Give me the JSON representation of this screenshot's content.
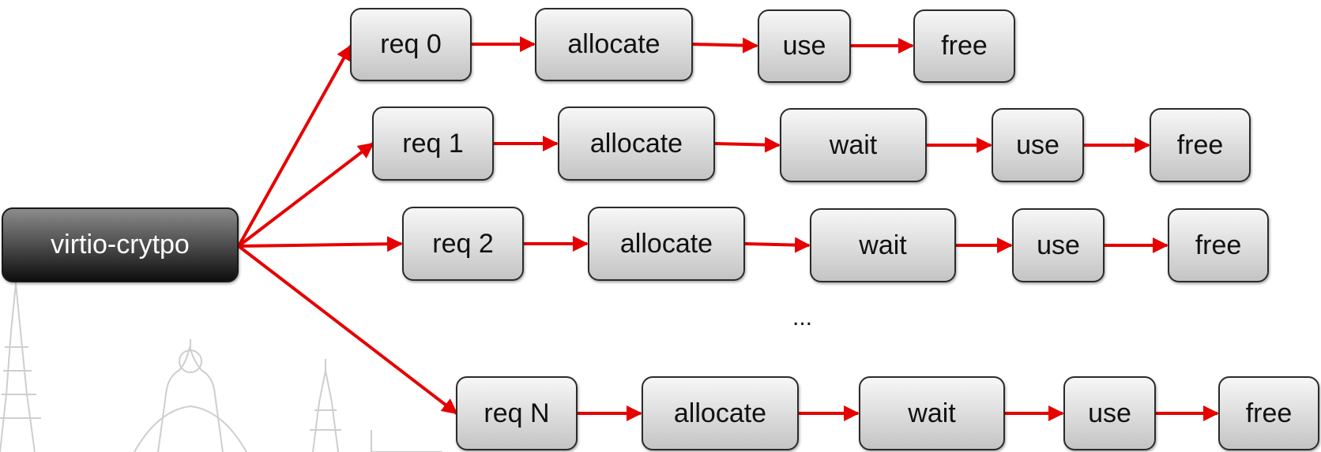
{
  "root": {
    "label": "virtio-crytpo"
  },
  "rows": [
    {
      "steps": [
        "req 0",
        "allocate",
        "use",
        "free"
      ]
    },
    {
      "steps": [
        "req 1",
        "allocate",
        "wait",
        "use",
        "free"
      ]
    },
    {
      "steps": [
        "req 2",
        "allocate",
        "wait",
        "use",
        "free"
      ]
    },
    {
      "steps": [
        "req N",
        "allocate",
        "wait",
        "use",
        "free"
      ]
    }
  ],
  "ellipsis": "...",
  "colors": {
    "arrow": "#e60000",
    "root_box": "#3a3a3a",
    "step_box": "#d9d9d9"
  }
}
